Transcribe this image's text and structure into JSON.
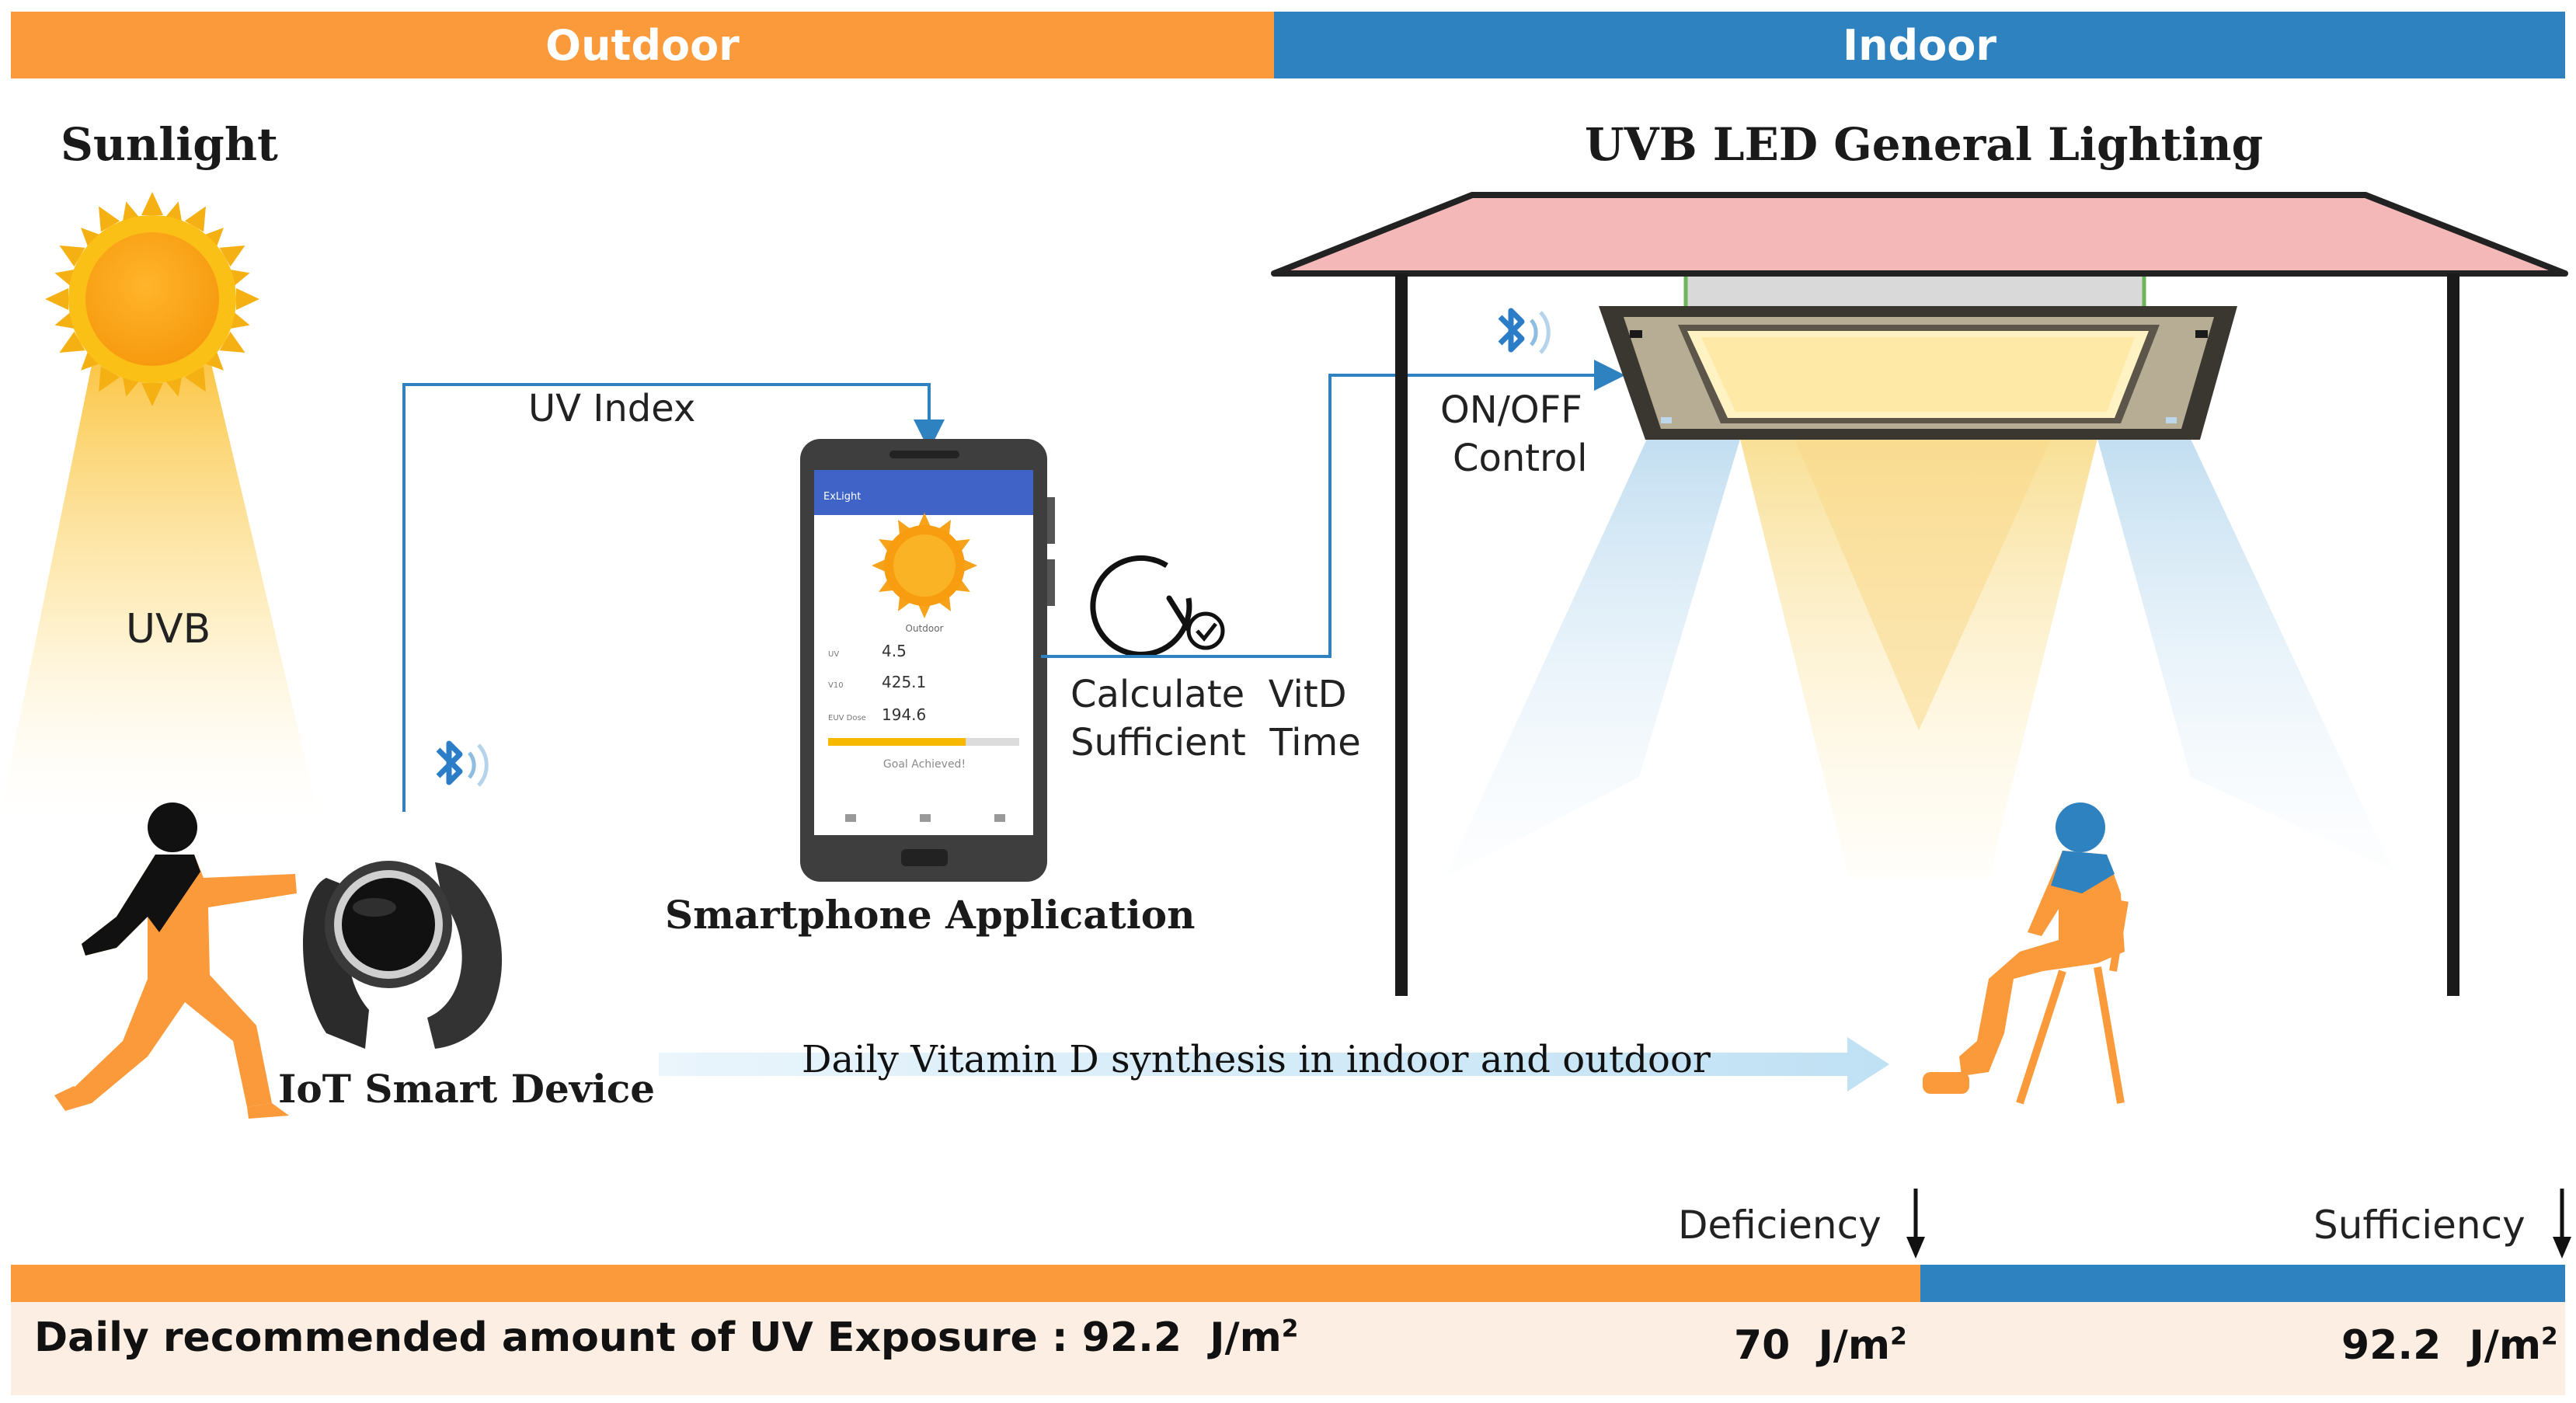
{
  "colors": {
    "outdoor_orange": "#fb9a3a",
    "indoor_blue": "#2e82c0",
    "roof_pink": "#f5b8b8",
    "bottom_band": "#fdeee3",
    "flow_line": "#2e82c0",
    "bluetooth": "#2a7dc6"
  },
  "header": {
    "outdoor": "Outdoor",
    "indoor": "Indoor"
  },
  "outdoor": {
    "sunlight": "Sunlight",
    "uvb": "UVB",
    "uv_index": "UV Index",
    "iot_device": "IoT Smart Device",
    "smartphone_app": "Smartphone Application",
    "calc_line1": "Calculate  VitD",
    "calc_line2": "Sufficient  Time"
  },
  "phone": {
    "app_name": "ExLight",
    "location": "Outdoor",
    "uv_label": "UV",
    "uv_value": "4.5",
    "vitd_label": "V10",
    "vitd_value": "425.1",
    "dose_label": "EUV Dose",
    "dose_value": "194.6",
    "status": "Goal Achieved!",
    "progress": 0.72
  },
  "indoor": {
    "title": "UVB LED General Lighting",
    "onoff_line1": "ON/OFF",
    "onoff_line2": "Control"
  },
  "flow_text": "Daily Vitamin D synthesis in indoor and outdoor",
  "bottom": {
    "recommended_prefix": "Daily recommended amount of UV Exposure : 92.2  J/m",
    "recommended_sup": "2",
    "deficiency": "Deficiency",
    "sufficiency": "Sufficiency",
    "deficiency_value": "70  J/m",
    "sufficiency_value": "92.2  J/m",
    "unit_sup": "2"
  }
}
